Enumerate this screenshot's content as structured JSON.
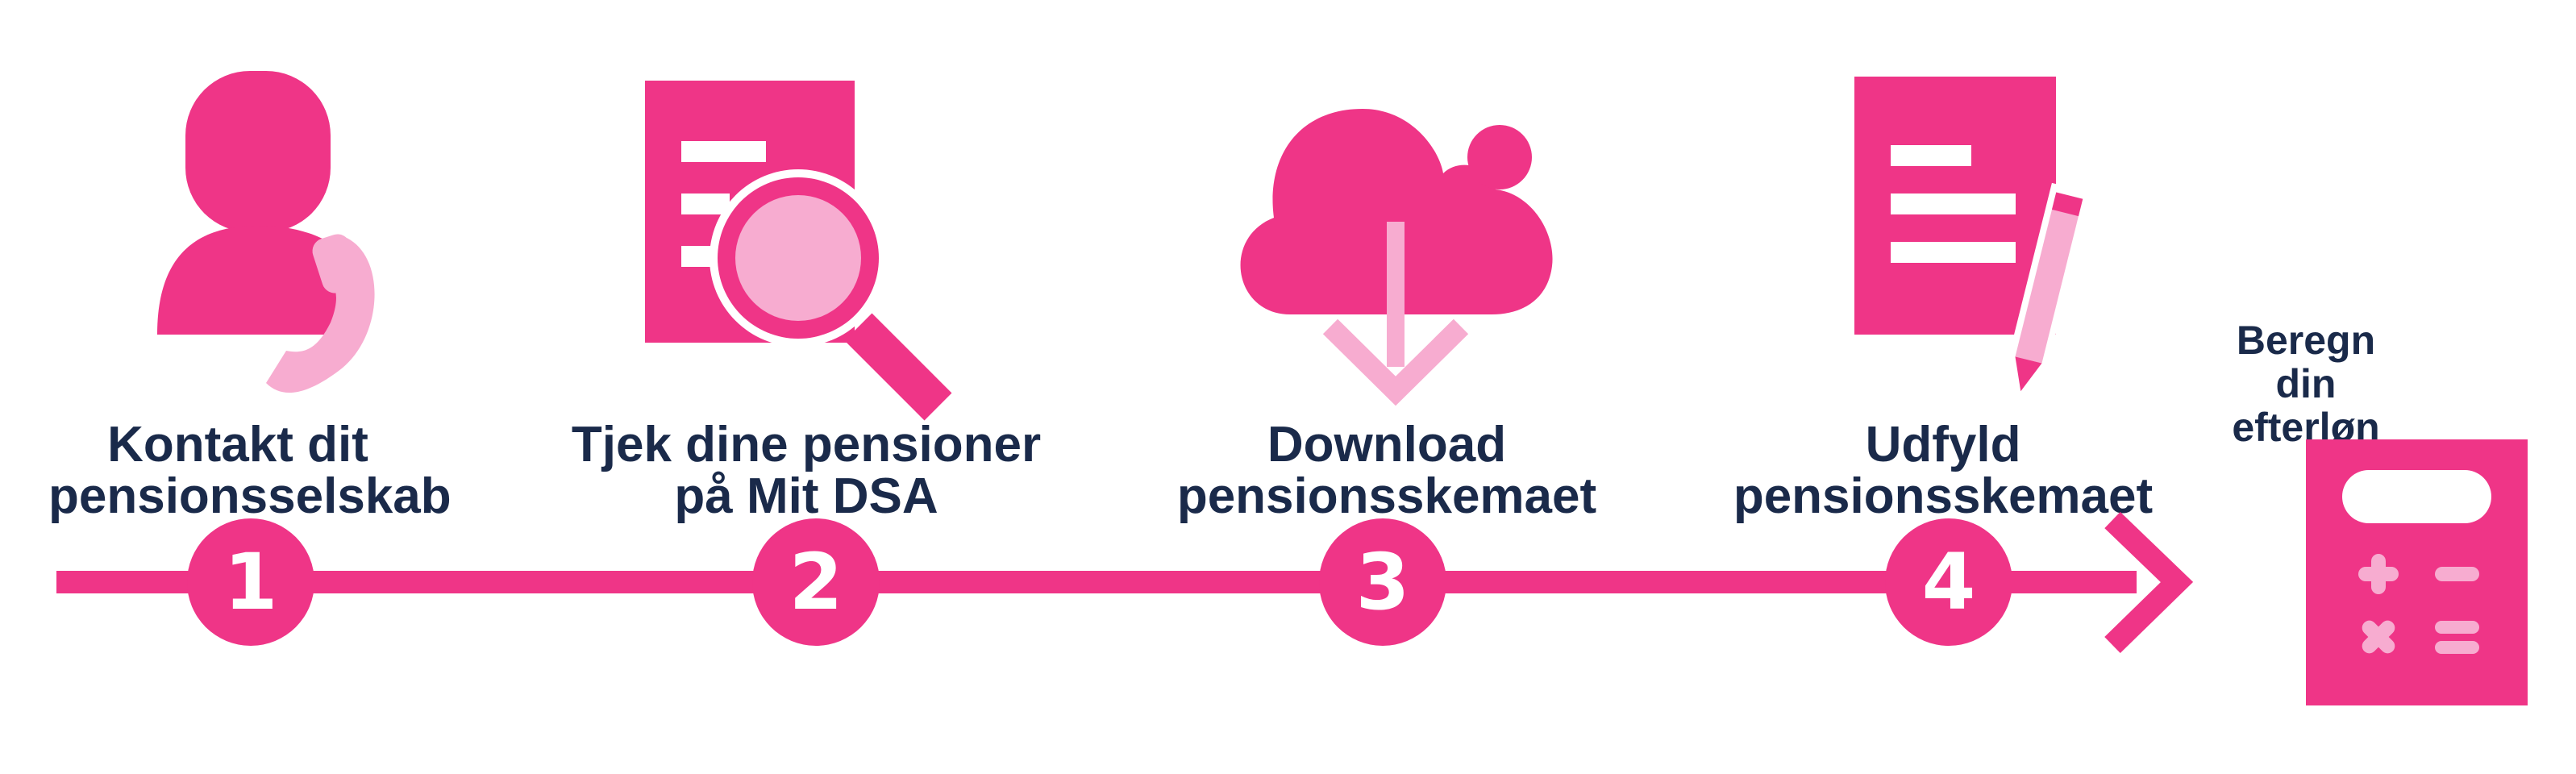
{
  "steps": [
    {
      "number": "1",
      "label_line1": "Kontakt dit",
      "label_line2": "pensionsselskab",
      "icon": "person-phone-icon"
    },
    {
      "number": "2",
      "label_line1": "Tjek dine pensioner",
      "label_line2": "på Mit DSA",
      "icon": "document-search-icon"
    },
    {
      "number": "3",
      "label_line1": "Download",
      "label_line2": "pensionsskemaet",
      "icon": "cloud-download-icon"
    },
    {
      "number": "4",
      "label_line1": "Udfyld",
      "label_line2": "pensionsskemaet",
      "icon": "document-edit-icon"
    }
  ],
  "calculator": {
    "label_line1": "Beregn din",
    "label_line2": "efterløn",
    "icon": "calculator-icon"
  },
  "colors": {
    "primary": "#ef3587",
    "light": "#f7acd0",
    "text": "#1a2a4a",
    "background": "#ffffff"
  }
}
